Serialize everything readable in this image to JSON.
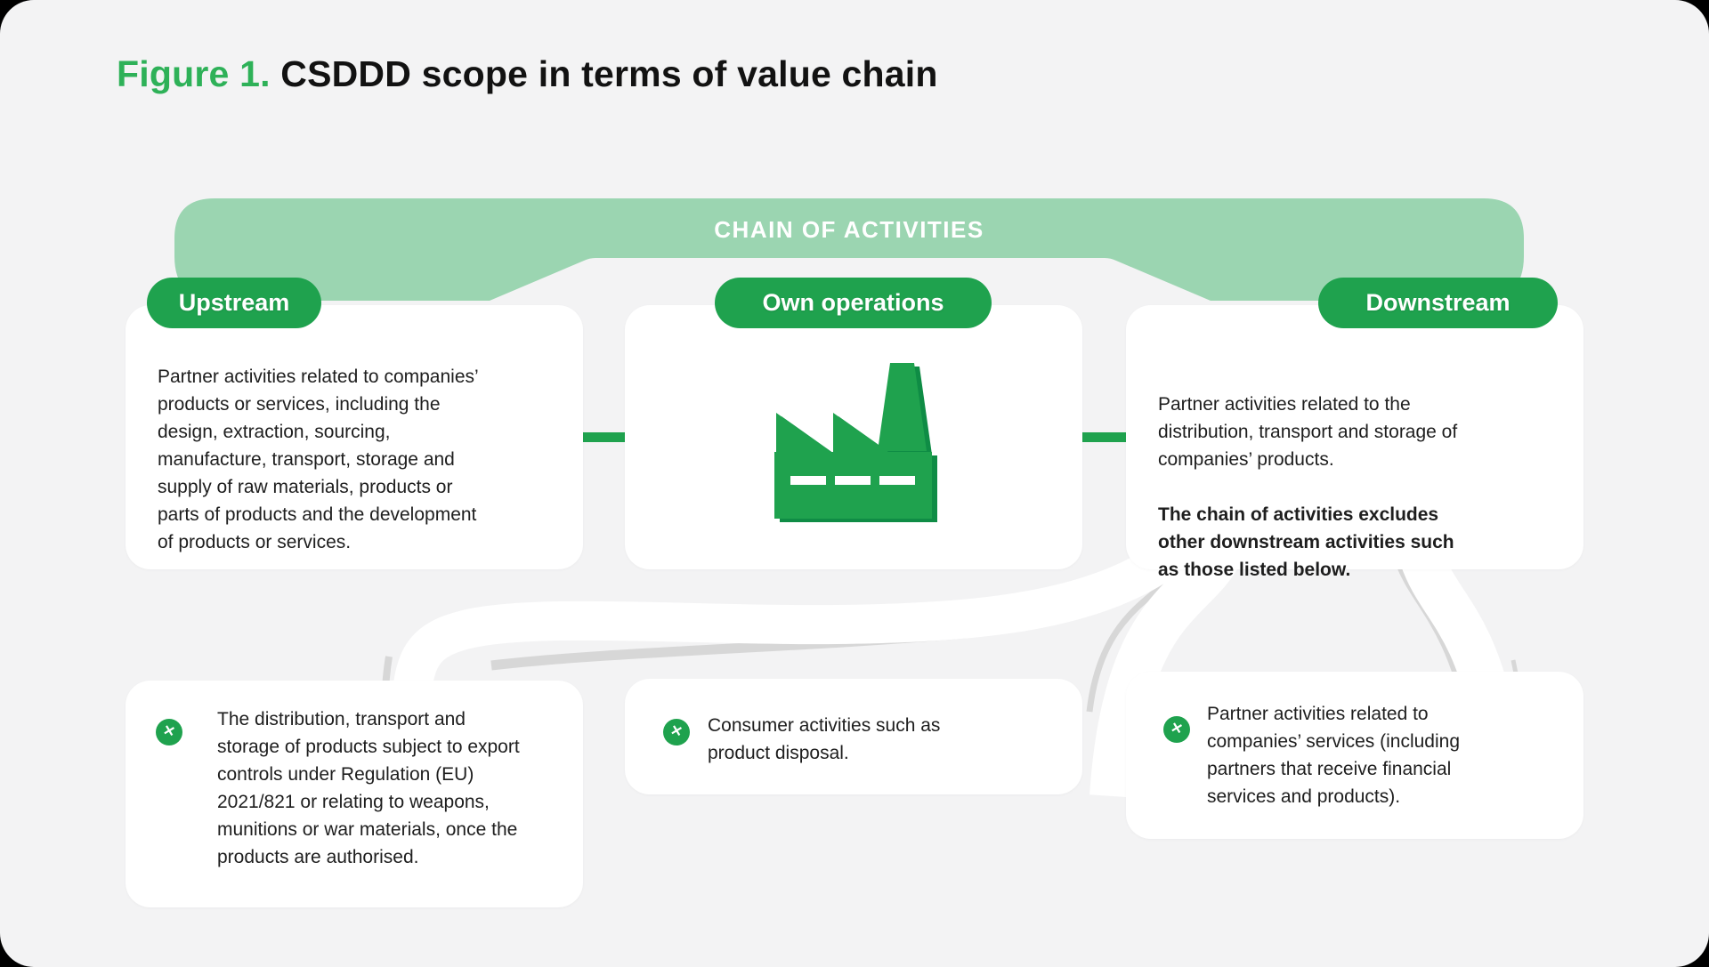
{
  "title": {
    "figure_label": "Figure 1.",
    "rest": " CSDDD scope in terms of value chain"
  },
  "banner": {
    "label": "CHAIN OF ACTIVITIES"
  },
  "columns": {
    "upstream": {
      "pill": "Upstream",
      "body": "Partner activities related to companies’\nproducts or services, including the\ndesign, extraction, sourcing,\nmanufacture, transport, storage and\nsupply of raw materials, products or\nparts of products and the development\nof products or services."
    },
    "own_operations": {
      "pill": "Own operations",
      "icon": "factory-icon"
    },
    "downstream": {
      "pill": "Downstream",
      "body": "Partner activities related to the\ndistribution, transport and storage of\ncompanies’ products.",
      "body_bold": "The chain of activities excludes\nother downstream activities such\nas those listed below."
    }
  },
  "excluded_items": [
    {
      "text": "The distribution, transport and\nstorage of products subject to export\ncontrols under Regulation (EU)\n2021/821 or relating to weapons,\nmunitions or war materials, once the\nproducts are authorised."
    },
    {
      "text": "Consumer activities such as\nproduct disposal."
    },
    {
      "text": "Partner activities related to\ncompanies’ services (including\npartners that receive financial\nservices and products)."
    }
  ],
  "icons": {
    "excluded_glyph": "✕"
  },
  "colors": {
    "brand_green": "#1fa24e",
    "light_green": "#9bd5b1",
    "title_green": "#2eb158",
    "surface": "#f3f3f4",
    "card": "#ffffff",
    "ribbon_gray": "#d7d7d7",
    "text": "#1e1e1e",
    "outer_background": "#000000"
  }
}
